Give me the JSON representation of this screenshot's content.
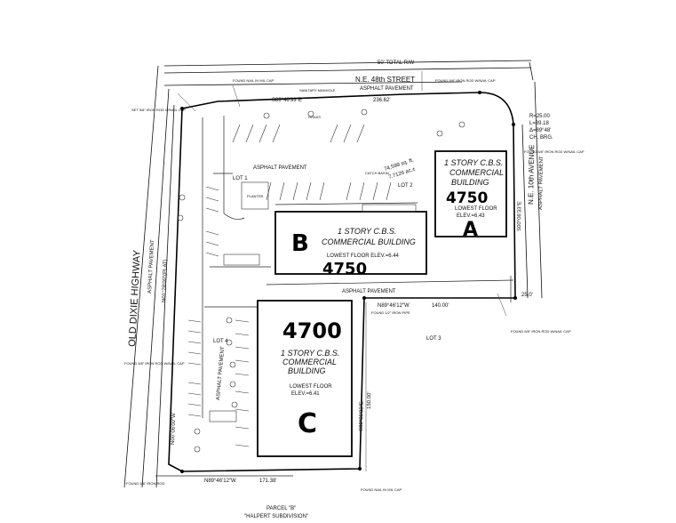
{
  "streets": {
    "north_name": "N.E. 48th STREET",
    "north_pavement": "ASPHALT PAVEMENT",
    "north_rw": "50' TOTAL R/W",
    "west_name": "OLD DIXIE HIGHWAY",
    "west_pavement": "ASPHALT PAVEMENT",
    "east_name": "N.E. 10th AVENUE",
    "east_pavement": "ASPHALT PAVEMENT"
  },
  "site": {
    "area_sqft": "74,599 sq. ft.",
    "area_ac": "7.7126 ac.±",
    "lot1": "LOT 1",
    "lot3": "LOT 3",
    "lot4": "LOT 4",
    "lot2": "LOT 2",
    "pavement_center": "ASPHALT PAVEMENT",
    "pavement_mid": "ASPHALT PAVEMENT",
    "pavement_west": "ASPHALT PAVEMENT",
    "grass": "GRASS",
    "planter": "PLANTER",
    "parcel_b": "PARCEL \"B\"",
    "subdivision": "\"HALPERT SUBDIVISION\""
  },
  "buildings": {
    "a": {
      "line1": "1 STORY C.B.S.",
      "line2": "COMMERCIAL",
      "line3": "BUILDING",
      "floor_label": "LOWEST FLOOR",
      "floor_elev": "ELEV.=6.43",
      "address": "4750",
      "letter": "A"
    },
    "b": {
      "line1": "1 STORY C.B.S.",
      "line2": "COMMERCIAL BUILDING",
      "floor": "LOWEST FLOOR ELEV.=6.44",
      "address": "4750",
      "letter": "B"
    },
    "c": {
      "line1": "1 STORY C.B.S.",
      "line2": "COMMERCIAL",
      "line3": "BUILDING",
      "floor_label": "LOWEST FLOOR",
      "floor_elev": "ELEV.=6.41",
      "address": "4700",
      "letter": "C"
    }
  },
  "bearings": {
    "north": "S89°46'33\"E",
    "north_dist": "236.62'",
    "north_mid": "N89°46'12\"W",
    "north_mid_dist": "140.00'",
    "south": "N89°46'12\"W",
    "south_dist": "171.38'",
    "east_mid": "S00°06'33\"E",
    "east_mid_dist": "150.00'",
    "east_upper": "S00°06'33\"E",
    "dist_25": "25.0'",
    "west_plat": "N01°28'00\"(PLAT)",
    "west_meas": "N00°06'00\"W",
    "curve_r": "R=25.00",
    "curve_l": "L=39.18",
    "curve_d": "Δ=89°48'",
    "curve_ch": "CH. BRG."
  },
  "monuments": {
    "found_nail": "FOUND NAIL IN MIL CAP",
    "found_rod_ne": "FOUND 5/8\" IRON ROD W/NAIL CAP",
    "found_rod_e": "FOUND 5/8\" IRON ROD W/NAIL CAP",
    "found_rod_e2": "FOUND 5/8\" IRON ROD W/NAIL CAP",
    "found_pipe": "FOUND 1/2\" IRON PIPE",
    "found_rod_w": "FOUND 5/8\" IRON ROD W/NAIL CAP",
    "set_rod": "SET 5/8\" IRON ROD W/NAIL CAP",
    "found_rod_sw": "FOUND 5/8\" IRON ROD",
    "found_nail_s": "FOUND NAIL IN MIL CAP",
    "catch_basin": "CATCH BASIN",
    "sanitary": "SANITARY MANHOLE"
  }
}
